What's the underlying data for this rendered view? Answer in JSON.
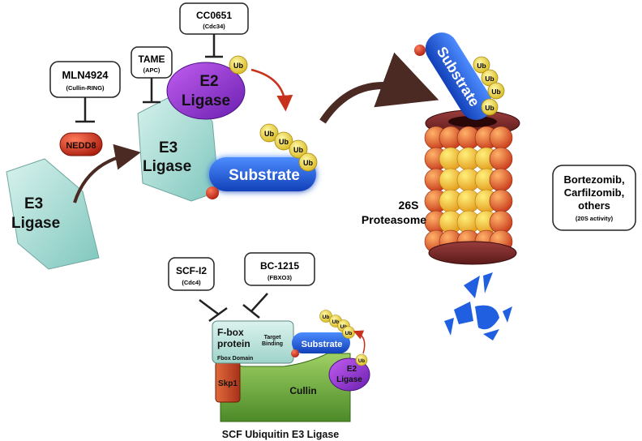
{
  "inhibitors": {
    "mln4924": {
      "name": "MLN4924",
      "target": "(Cullin-RING)"
    },
    "tame": {
      "name": "TAME",
      "target": "(APC)"
    },
    "cc0651": {
      "name": "CC0651",
      "target": "(Cdc34)"
    },
    "bortezomib": {
      "line1": "Bortezomib,",
      "line2": "Carfilzomib,",
      "line3": "others",
      "target": "(20S activity)"
    },
    "scf_i2": {
      "name": "SCF-I2",
      "target": "(Cdc4)"
    },
    "bc1215": {
      "name": "BC-1215",
      "target": "(FBXO3)"
    }
  },
  "labels": {
    "e3_line1": "E3",
    "e3_line2": "Ligase",
    "e2_line1": "E2",
    "e2_line2": "Ligase",
    "nedd8": "NEDD8",
    "substrate": "Substrate",
    "ub": "Ub",
    "proteasome_line1": "26S",
    "proteasome_line2": "Proteasome"
  },
  "scf": {
    "fbox_line1": "F-box",
    "fbox_line2": "protein",
    "fbox_domain": "Fbox Domain",
    "target_line1": "Target",
    "target_line2": "Binding",
    "substrate": "Substrate",
    "e2_line1": "E2",
    "e2_line2": "Ligase",
    "skp1": "Skp1",
    "cullin": "Cullin",
    "ub": "Ub",
    "caption": "SCF Ubiquitin E3 Ligase"
  },
  "colors": {
    "e3_fill": "#a9ddd6",
    "e2_fill": "#9b36d6",
    "substrate_fill": "#1f5fe0",
    "ub_fill": "#f3e23a",
    "nedd8_fill": "#c8321c",
    "proteasome_ring": "#7a2a2a",
    "proteasome_orange": "#e8742a",
    "proteasome_yellow": "#f1cf3a",
    "cullin_fill": "#6fae3e",
    "skp1_fill": "#c64a22",
    "arrow": "#4a2a22"
  }
}
